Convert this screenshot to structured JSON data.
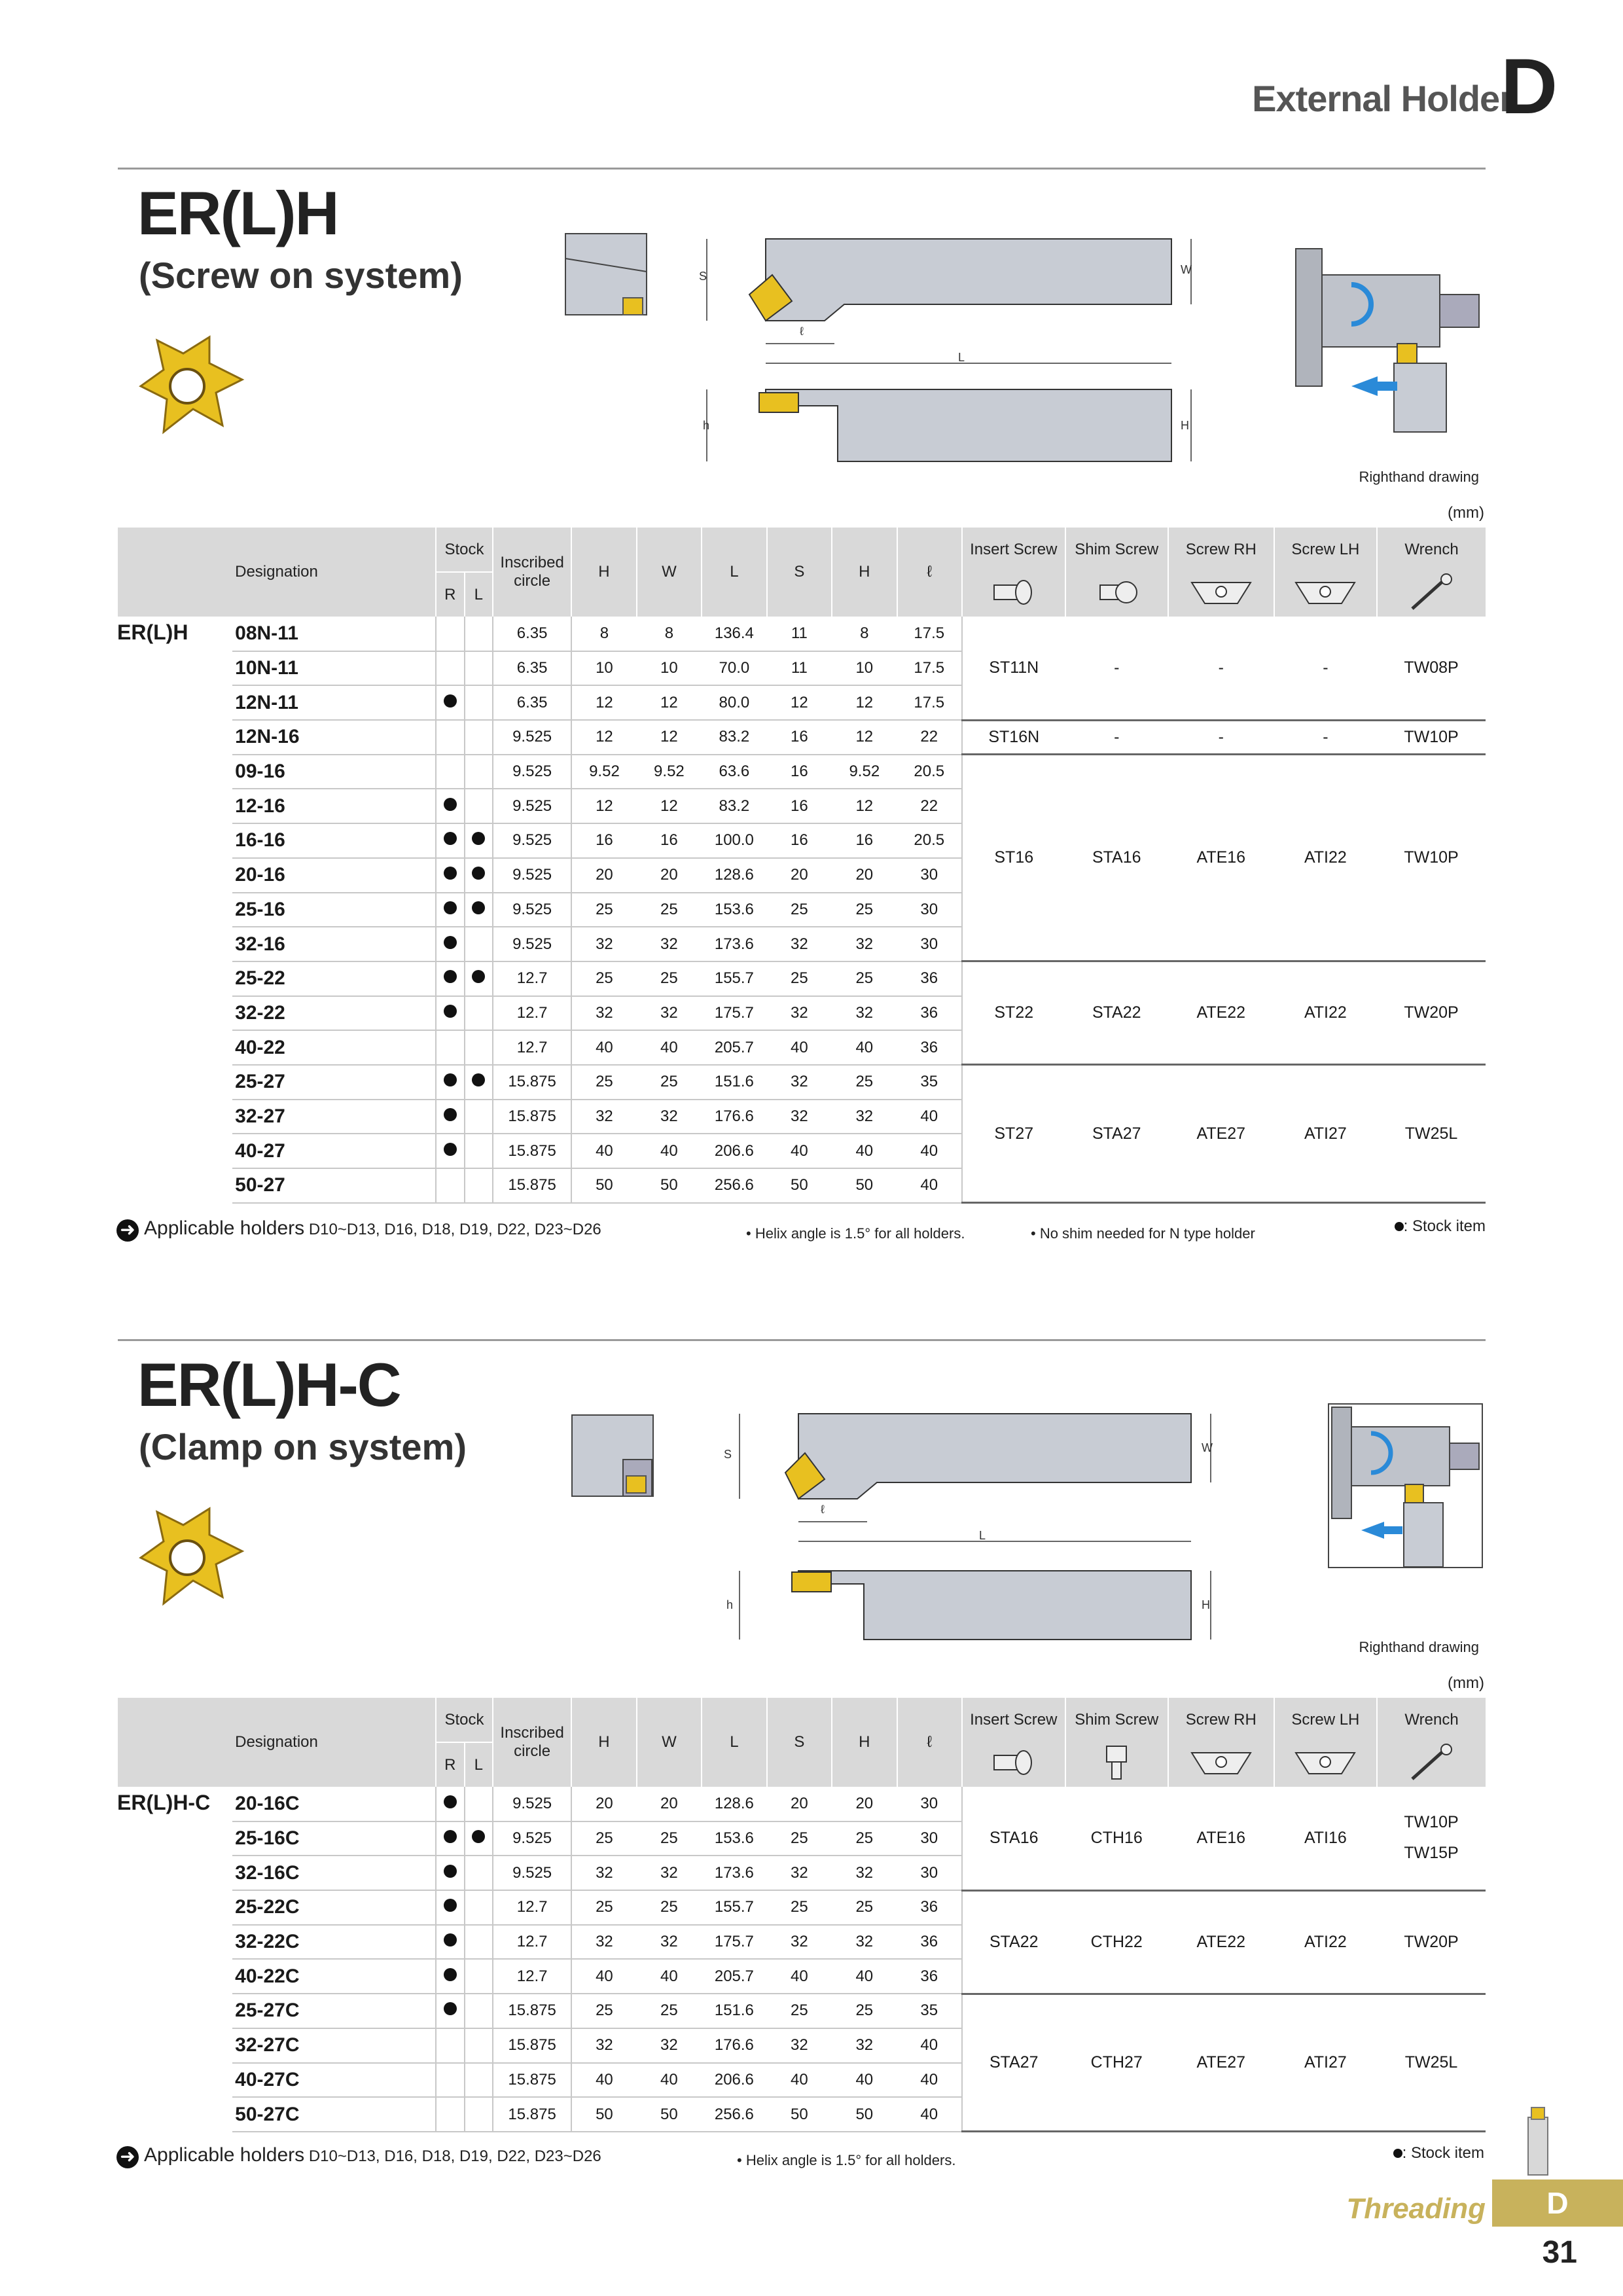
{
  "header": {
    "title": "External Holder",
    "letter": "D"
  },
  "section1": {
    "title": "ER(L)H",
    "subtitle": "(Screw on system)",
    "drawing_labels": {
      "S": "S",
      "W": "W",
      "l": "ℓ",
      "L": "L",
      "h": "h",
      "H": "H"
    },
    "righthand": "Righthand drawing",
    "unit": "(mm)",
    "group": "ER(L)H",
    "rows": [
      {
        "des": "08N-11",
        "R": false,
        "L": false,
        "ic": "6.35",
        "H": "8",
        "W": "8",
        "Lv": "136.4",
        "S": "11",
        "h": "8",
        "l": "17.5"
      },
      {
        "des": "10N-11",
        "R": false,
        "L": false,
        "ic": "6.35",
        "H": "10",
        "W": "10",
        "Lv": "70.0",
        "S": "11",
        "h": "10",
        "l": "17.5"
      },
      {
        "des": "12N-11",
        "R": true,
        "L": false,
        "ic": "6.35",
        "H": "12",
        "W": "12",
        "Lv": "80.0",
        "S": "12",
        "h": "12",
        "l": "17.5"
      },
      {
        "des": "12N-16",
        "R": false,
        "L": false,
        "ic": "9.525",
        "H": "12",
        "W": "12",
        "Lv": "83.2",
        "S": "16",
        "h": "12",
        "l": "22"
      },
      {
        "des": "09-16",
        "R": false,
        "L": false,
        "ic": "9.525",
        "H": "9.52",
        "W": "9.52",
        "Lv": "63.6",
        "S": "16",
        "h": "9.52",
        "l": "20.5"
      },
      {
        "des": "12-16",
        "R": true,
        "L": false,
        "ic": "9.525",
        "H": "12",
        "W": "12",
        "Lv": "83.2",
        "S": "16",
        "h": "12",
        "l": "22"
      },
      {
        "des": "16-16",
        "R": true,
        "L": true,
        "ic": "9.525",
        "H": "16",
        "W": "16",
        "Lv": "100.0",
        "S": "16",
        "h": "16",
        "l": "20.5"
      },
      {
        "des": "20-16",
        "R": true,
        "L": true,
        "ic": "9.525",
        "H": "20",
        "W": "20",
        "Lv": "128.6",
        "S": "20",
        "h": "20",
        "l": "30"
      },
      {
        "des": "25-16",
        "R": true,
        "L": true,
        "ic": "9.525",
        "H": "25",
        "W": "25",
        "Lv": "153.6",
        "S": "25",
        "h": "25",
        "l": "30"
      },
      {
        "des": "32-16",
        "R": true,
        "L": false,
        "ic": "9.525",
        "H": "32",
        "W": "32",
        "Lv": "173.6",
        "S": "32",
        "h": "32",
        "l": "30"
      },
      {
        "des": "25-22",
        "R": true,
        "L": true,
        "ic": "12.7",
        "H": "25",
        "W": "25",
        "Lv": "155.7",
        "S": "25",
        "h": "25",
        "l": "36"
      },
      {
        "des": "32-22",
        "R": true,
        "L": false,
        "ic": "12.7",
        "H": "32",
        "W": "32",
        "Lv": "175.7",
        "S": "32",
        "h": "32",
        "l": "36"
      },
      {
        "des": "40-22",
        "R": false,
        "L": false,
        "ic": "12.7",
        "H": "40",
        "W": "40",
        "Lv": "205.7",
        "S": "40",
        "h": "40",
        "l": "36"
      },
      {
        "des": "25-27",
        "R": true,
        "L": true,
        "ic": "15.875",
        "H": "25",
        "W": "25",
        "Lv": "151.6",
        "S": "32",
        "h": "25",
        "l": "35"
      },
      {
        "des": "32-27",
        "R": true,
        "L": false,
        "ic": "15.875",
        "H": "32",
        "W": "32",
        "Lv": "176.6",
        "S": "32",
        "h": "32",
        "l": "40"
      },
      {
        "des": "40-27",
        "R": true,
        "L": false,
        "ic": "15.875",
        "H": "40",
        "W": "40",
        "Lv": "206.6",
        "S": "40",
        "h": "40",
        "l": "40"
      },
      {
        "des": "50-27",
        "R": false,
        "L": false,
        "ic": "15.875",
        "H": "50",
        "W": "50",
        "Lv": "256.6",
        "S": "50",
        "h": "50",
        "l": "40"
      }
    ],
    "acc_groups": [
      {
        "span": 3,
        "insert": "ST11N",
        "shim": "-",
        "rh": "-",
        "lh": "-",
        "wrench": "TW08P"
      },
      {
        "span": 1,
        "insert": "ST16N",
        "shim": "-",
        "rh": "-",
        "lh": "-",
        "wrench": "TW10P"
      },
      {
        "span": 6,
        "insert": "ST16",
        "shim": "STA16",
        "rh": "ATE16",
        "lh": "ATI22",
        "wrench": "TW10P"
      },
      {
        "span": 3,
        "insert": "ST22",
        "shim": "STA22",
        "rh": "ATE22",
        "lh": "ATI22",
        "wrench": "TW20P"
      },
      {
        "span": 4,
        "insert": "ST27",
        "shim": "STA27",
        "rh": "ATE27",
        "lh": "ATI27",
        "wrench": "TW25L"
      }
    ],
    "footer": {
      "applicable_label": "Applicable holders",
      "applicable_values": "D10~D13, D16, D18, D19, D22, D23~D26",
      "note1": "• Helix angle is 1.5° for all holders.",
      "note2": "• No shim needed for N type holder",
      "stock_item": ": Stock item"
    }
  },
  "section2": {
    "title": "ER(L)H-C",
    "subtitle": "(Clamp on system)",
    "drawing_labels": {
      "S": "S",
      "W": "W",
      "l": "ℓ",
      "L": "L",
      "h": "h",
      "H": "H"
    },
    "righthand": "Righthand drawing",
    "unit": "(mm)",
    "group": "ER(L)H-C",
    "rows": [
      {
        "des": "20-16C",
        "R": true,
        "L": false,
        "ic": "9.525",
        "H": "20",
        "W": "20",
        "Lv": "128.6",
        "S": "20",
        "h": "20",
        "l": "30"
      },
      {
        "des": "25-16C",
        "R": true,
        "L": true,
        "ic": "9.525",
        "H": "25",
        "W": "25",
        "Lv": "153.6",
        "S": "25",
        "h": "25",
        "l": "30"
      },
      {
        "des": "32-16C",
        "R": true,
        "L": false,
        "ic": "9.525",
        "H": "32",
        "W": "32",
        "Lv": "173.6",
        "S": "32",
        "h": "32",
        "l": "30"
      },
      {
        "des": "25-22C",
        "R": true,
        "L": false,
        "ic": "12.7",
        "H": "25",
        "W": "25",
        "Lv": "155.7",
        "S": "25",
        "h": "25",
        "l": "36"
      },
      {
        "des": "32-22C",
        "R": true,
        "L": false,
        "ic": "12.7",
        "H": "32",
        "W": "32",
        "Lv": "175.7",
        "S": "32",
        "h": "32",
        "l": "36"
      },
      {
        "des": "40-22C",
        "R": true,
        "L": false,
        "ic": "12.7",
        "H": "40",
        "W": "40",
        "Lv": "205.7",
        "S": "40",
        "h": "40",
        "l": "36"
      },
      {
        "des": "25-27C",
        "R": true,
        "L": false,
        "ic": "15.875",
        "H": "25",
        "W": "25",
        "Lv": "151.6",
        "S": "25",
        "h": "25",
        "l": "35"
      },
      {
        "des": "32-27C",
        "R": false,
        "L": false,
        "ic": "15.875",
        "H": "32",
        "W": "32",
        "Lv": "176.6",
        "S": "32",
        "h": "32",
        "l": "40"
      },
      {
        "des": "40-27C",
        "R": false,
        "L": false,
        "ic": "15.875",
        "H": "40",
        "W": "40",
        "Lv": "206.6",
        "S": "40",
        "h": "40",
        "l": "40"
      },
      {
        "des": "50-27C",
        "R": false,
        "L": false,
        "ic": "15.875",
        "H": "50",
        "W": "50",
        "Lv": "256.6",
        "S": "50",
        "h": "50",
        "l": "40"
      }
    ],
    "acc_groups": [
      {
        "span": 3,
        "insert": "STA16",
        "shim": "CTH16",
        "rh": "ATE16",
        "lh": "ATI16",
        "wrench": "TW10P",
        "wrench2": "TW15P"
      },
      {
        "span": 3,
        "insert": "STA22",
        "shim": "CTH22",
        "rh": "ATE22",
        "lh": "ATI22",
        "wrench": "TW20P"
      },
      {
        "span": 4,
        "insert": "STA27",
        "shim": "CTH27",
        "rh": "ATE27",
        "lh": "ATI27",
        "wrench": "TW25L"
      }
    ],
    "footer": {
      "applicable_label": "Applicable holders",
      "applicable_values": "D10~D13, D16, D18, D19, D22, D23~D26",
      "note1": "• Helix angle is 1.5° for all holders.",
      "stock_item": ": Stock item"
    }
  },
  "table_headers": {
    "designation": "Designation",
    "stock": "Stock",
    "R": "R",
    "L": "L",
    "inscribed": "Inscribed circle",
    "H": "H",
    "W": "W",
    "Lcol": "L",
    "S": "S",
    "h": "H",
    "l": "ℓ",
    "insert_screw": "Insert Screw",
    "shim_screw": "Shim Screw",
    "screw_rh": "Screw RH",
    "screw_lh": "Screw LH",
    "wrench": "Wrench"
  },
  "bottom": {
    "category": "Threading",
    "tab": "D",
    "page": "31"
  },
  "colors": {
    "insert_gold": "#e8c020",
    "holder_gray": "#c8ccd4",
    "header_gray": "#d9d9d9",
    "accent_blue": "#2a8ad8",
    "tab_gold": "#c8b25c"
  }
}
